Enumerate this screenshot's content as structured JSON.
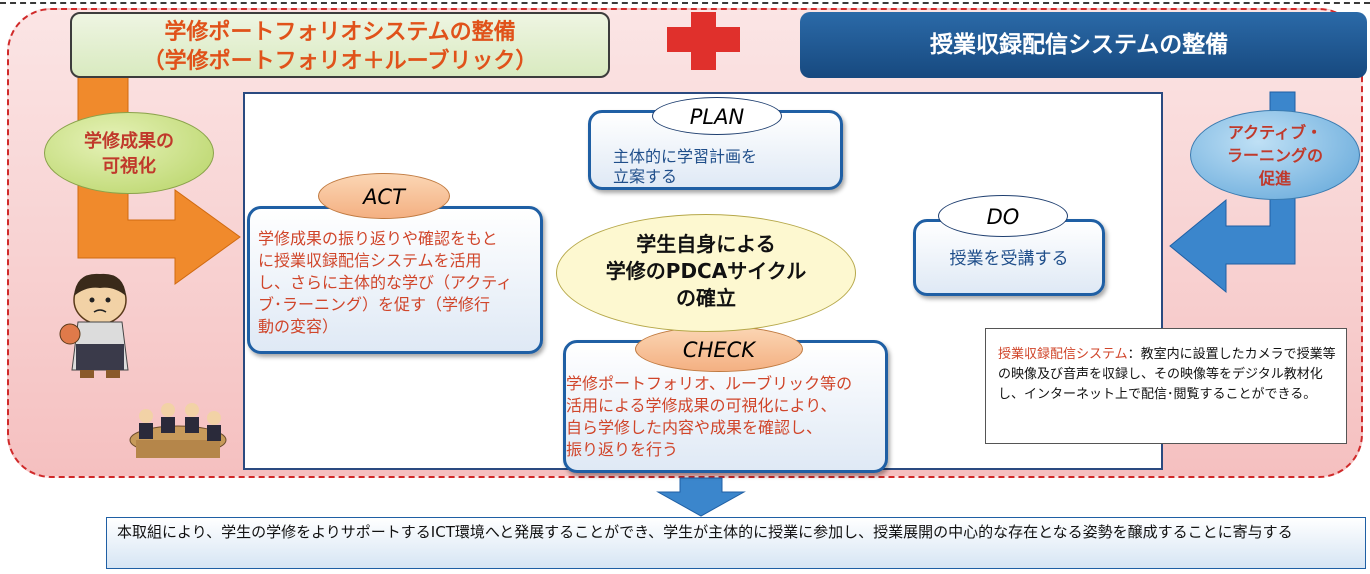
{
  "header": {
    "left_title": [
      "学修ポートフォリオシステムの整備",
      "（学修ポートフォリオ＋ルーブリック）"
    ],
    "right_title": "授業収録配信システムの整備"
  },
  "side": {
    "left_bubble": [
      "学修成果の",
      "可視化"
    ],
    "right_bubble": [
      "アクティブ・",
      "ラーニングの",
      "促進"
    ]
  },
  "cycle": {
    "plan": {
      "label": "PLAN",
      "text": [
        "主体的に学習計画を",
        "立案する"
      ]
    },
    "do": {
      "label": "DO",
      "text": "授業を受講する"
    },
    "act": {
      "label": "ACT",
      "text": [
        "学修成果の振り返りや確認をもと",
        "に授業収録配信システムを活用",
        "し、さらに主体的な学び（アクティ",
        "ブ･ラーニング）を促す（学修行",
        "動の変容）"
      ]
    },
    "check": {
      "label": "CHECK",
      "text": [
        "学修ポートフォリオ、ルーブリック等の",
        "活用による学修成果の可視化により、",
        "自ら学修した内容や成果を確認し、",
        "振り返りを行う"
      ]
    },
    "center": [
      "学生自身による",
      "学修のPDCAサイクル",
      "の確立"
    ]
  },
  "note": {
    "head": "授業収録配信システム",
    "body": "：教室内に設置したカメラで授業等の映像及び音声を収録し、その映像等をデジタル教材化し、インターネット上で配信･閲覧することができる。"
  },
  "footer": "本取組により、学生の学修をよりサポートするICT環境へと発展することができ、学生が主体的に授業に参加し、授業展開の中心的な存在となる姿勢を醸成することに寄与する",
  "colors": {
    "accent_red": "#e0302c",
    "orange_arrow": "#f08a2c",
    "blue_arrow": "#3b86cc",
    "cycle_blue": "#1f5fa4"
  },
  "icons": [
    "plus-icon",
    "student-illustration",
    "meeting-illustration"
  ]
}
